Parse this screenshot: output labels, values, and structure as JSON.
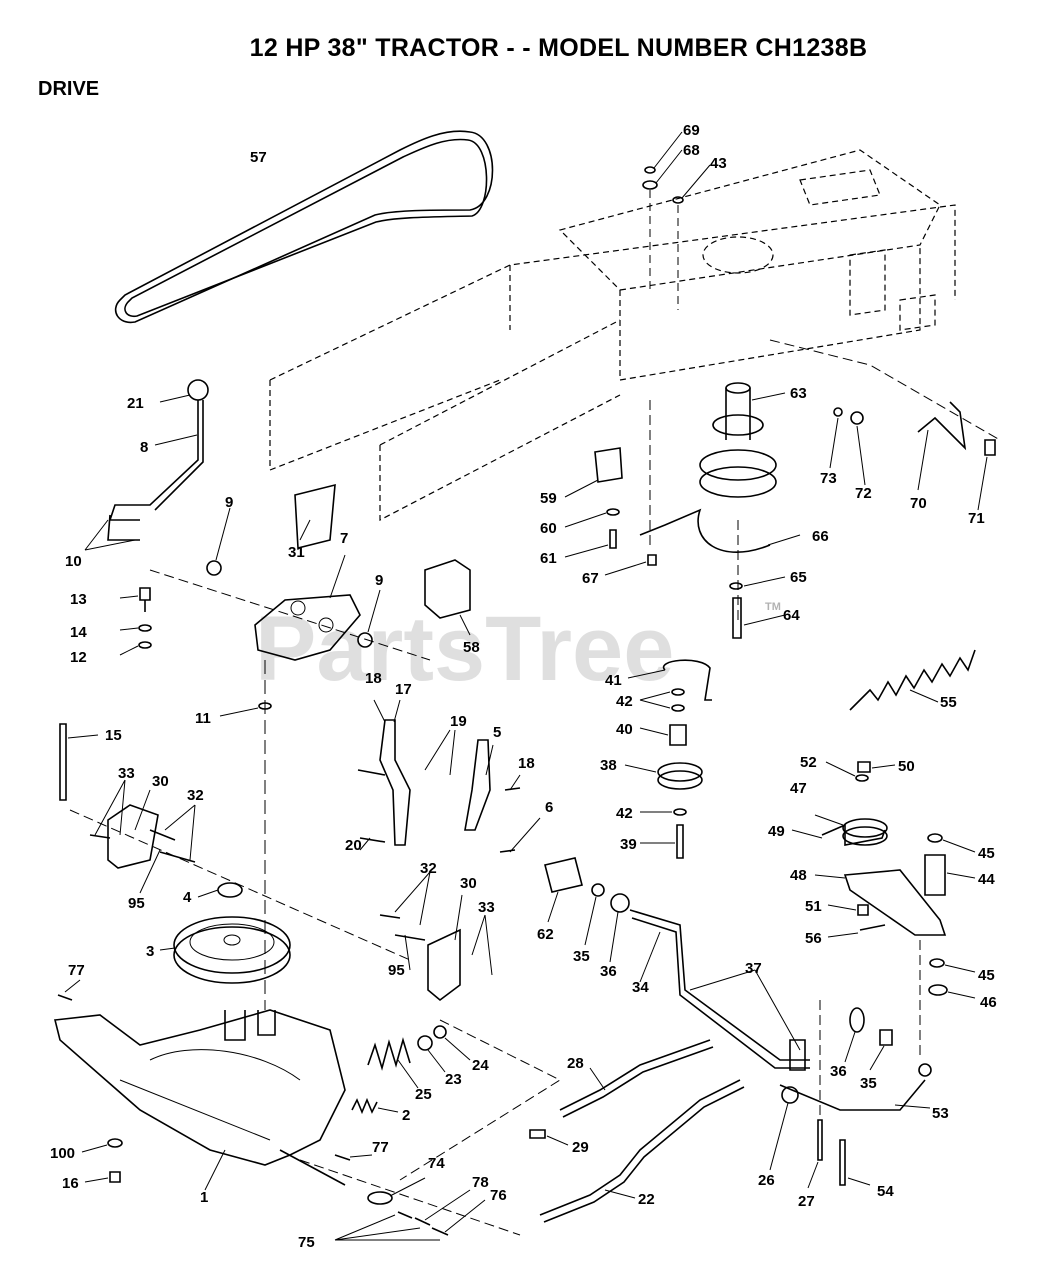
{
  "header": {
    "title": "12 HP 38\" TRACTOR - - MODEL NUMBER CH1238B",
    "section": "DRIVE"
  },
  "watermark": "PartsTree",
  "watermark_tm": "TM",
  "callouts": [
    {
      "id": "c57",
      "label": "57"
    },
    {
      "id": "c69",
      "label": "69"
    },
    {
      "id": "c68",
      "label": "68"
    },
    {
      "id": "c43",
      "label": "43"
    },
    {
      "id": "c21",
      "label": "21"
    },
    {
      "id": "c8",
      "label": "8"
    },
    {
      "id": "c9a",
      "label": "9"
    },
    {
      "id": "c10",
      "label": "10"
    },
    {
      "id": "c31",
      "label": "31"
    },
    {
      "id": "c7",
      "label": "7"
    },
    {
      "id": "c9b",
      "label": "9"
    },
    {
      "id": "c13",
      "label": "13"
    },
    {
      "id": "c14",
      "label": "14"
    },
    {
      "id": "c12",
      "label": "12"
    },
    {
      "id": "c58",
      "label": "58"
    },
    {
      "id": "c11",
      "label": "11"
    },
    {
      "id": "c18a",
      "label": "18"
    },
    {
      "id": "c17",
      "label": "17"
    },
    {
      "id": "c19",
      "label": "19"
    },
    {
      "id": "c5",
      "label": "5"
    },
    {
      "id": "c18b",
      "label": "18"
    },
    {
      "id": "c20",
      "label": "20"
    },
    {
      "id": "c6",
      "label": "6"
    },
    {
      "id": "c15",
      "label": "15"
    },
    {
      "id": "c33a",
      "label": "33"
    },
    {
      "id": "c30a",
      "label": "30"
    },
    {
      "id": "c32a",
      "label": "32"
    },
    {
      "id": "c95a",
      "label": "95"
    },
    {
      "id": "c4",
      "label": "4"
    },
    {
      "id": "c3",
      "label": "3"
    },
    {
      "id": "c32b",
      "label": "32"
    },
    {
      "id": "c30b",
      "label": "30"
    },
    {
      "id": "c33b",
      "label": "33"
    },
    {
      "id": "c95b",
      "label": "95"
    },
    {
      "id": "c63",
      "label": "63"
    },
    {
      "id": "c59",
      "label": "59"
    },
    {
      "id": "c60",
      "label": "60"
    },
    {
      "id": "c61",
      "label": "61"
    },
    {
      "id": "c67",
      "label": "67"
    },
    {
      "id": "c66",
      "label": "66"
    },
    {
      "id": "c65",
      "label": "65"
    },
    {
      "id": "c64",
      "label": "64"
    },
    {
      "id": "c73",
      "label": "73"
    },
    {
      "id": "c72",
      "label": "72"
    },
    {
      "id": "c70",
      "label": "70"
    },
    {
      "id": "c71",
      "label": "71"
    },
    {
      "id": "c41",
      "label": "41"
    },
    {
      "id": "c42a",
      "label": "42"
    },
    {
      "id": "c40",
      "label": "40"
    },
    {
      "id": "c38",
      "label": "38"
    },
    {
      "id": "c42b",
      "label": "42"
    },
    {
      "id": "c39",
      "label": "39"
    },
    {
      "id": "c55",
      "label": "55"
    },
    {
      "id": "c52",
      "label": "52"
    },
    {
      "id": "c50",
      "label": "50"
    },
    {
      "id": "c47",
      "label": "47"
    },
    {
      "id": "c49",
      "label": "49"
    },
    {
      "id": "c48",
      "label": "48"
    },
    {
      "id": "c51",
      "label": "51"
    },
    {
      "id": "c56",
      "label": "56"
    },
    {
      "id": "c45a",
      "label": "45"
    },
    {
      "id": "c44",
      "label": "44"
    },
    {
      "id": "c45b",
      "label": "45"
    },
    {
      "id": "c46",
      "label": "46"
    },
    {
      "id": "c62",
      "label": "62"
    },
    {
      "id": "c35a",
      "label": "35"
    },
    {
      "id": "c36a",
      "label": "36"
    },
    {
      "id": "c34",
      "label": "34"
    },
    {
      "id": "c37",
      "label": "37"
    },
    {
      "id": "c77a",
      "label": "77"
    },
    {
      "id": "c25",
      "label": "25"
    },
    {
      "id": "c23",
      "label": "23"
    },
    {
      "id": "c24",
      "label": "24"
    },
    {
      "id": "c2",
      "label": "2"
    },
    {
      "id": "c28",
      "label": "28"
    },
    {
      "id": "c29",
      "label": "29"
    },
    {
      "id": "c36b",
      "label": "36"
    },
    {
      "id": "c35b",
      "label": "35"
    },
    {
      "id": "c53",
      "label": "53"
    },
    {
      "id": "c26",
      "label": "26"
    },
    {
      "id": "c27",
      "label": "27"
    },
    {
      "id": "c54",
      "label": "54"
    },
    {
      "id": "c100",
      "label": "100"
    },
    {
      "id": "c16",
      "label": "16"
    },
    {
      "id": "c1",
      "label": "1"
    },
    {
      "id": "c77b",
      "label": "77"
    },
    {
      "id": "c74",
      "label": "74"
    },
    {
      "id": "c78",
      "label": "78"
    },
    {
      "id": "c76",
      "label": "76"
    },
    {
      "id": "c75",
      "label": "75"
    },
    {
      "id": "c22",
      "label": "22"
    }
  ]
}
